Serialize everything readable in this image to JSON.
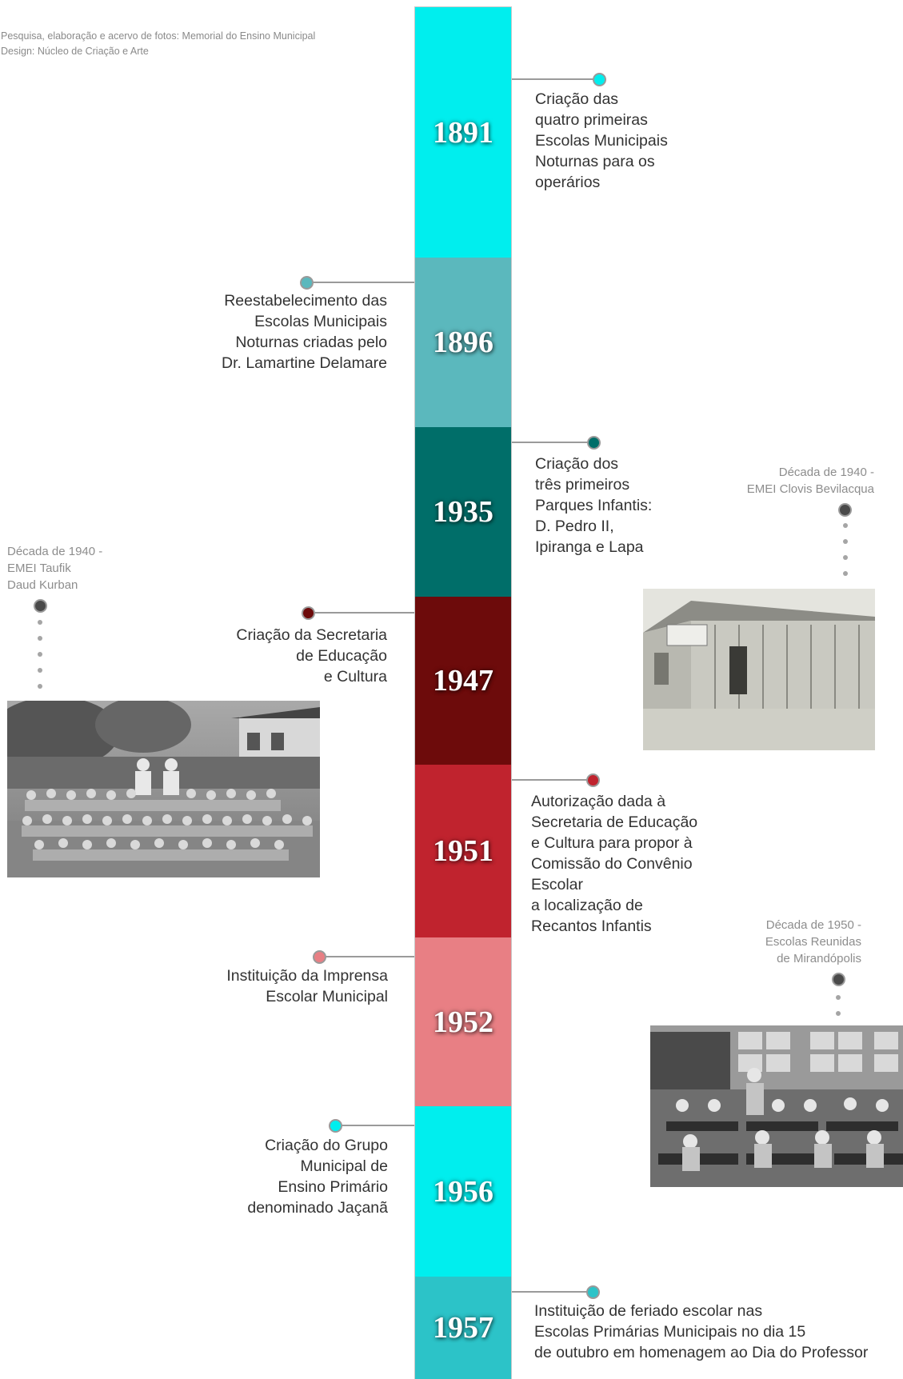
{
  "credits": {
    "line1": "Pesquisa, elaboração e acervo de fotos: Memorial do Ensino Municipal",
    "line2": "Design: Núcleo de Criação e Arte"
  },
  "colors": {
    "y1891": "#00eeee",
    "y1896": "#5bb8bd",
    "y1935": "#006e69",
    "y1947": "#6d0b0b",
    "y1951": "#c0232e",
    "y1952": "#e87f84",
    "y1956": "#00eeee",
    "y1957": "#2cc3c8"
  },
  "timeline": [
    {
      "year": "1891",
      "lines": [
        "Criação das",
        "quatro primeiras",
        "Escolas Municipais",
        "Noturnas para os",
        "operários"
      ]
    },
    {
      "year": "1896",
      "lines": [
        "Reestabelecimento das",
        "Escolas Municipais",
        "Noturnas criadas pelo",
        "Dr. Lamartine Delamare"
      ]
    },
    {
      "year": "1935",
      "lines": [
        "Criação dos",
        "três primeiros",
        "Parques Infantis:",
        "D. Pedro II,",
        "Ipiranga e Lapa"
      ]
    },
    {
      "year": "1947",
      "lines": [
        "Criação da Secretaria",
        "de Educação",
        "e Cultura"
      ]
    },
    {
      "year": "1951",
      "lines": [
        "Autorização dada à",
        "Secretaria de Educação",
        "e Cultura para propor à",
        "Comissão do Convênio",
        "Escolar",
        "a localização de",
        "Recantos Infantis"
      ]
    },
    {
      "year": "1952",
      "lines": [
        "Instituição da Imprensa",
        "Escolar Municipal"
      ]
    },
    {
      "year": "1956",
      "lines": [
        "Criação do Grupo",
        "Municipal de",
        "Ensino Primário",
        "denominado Jaçanã"
      ]
    },
    {
      "year": "1957",
      "lines": [
        "Instituição de feriado escolar nas",
        "Escolas Primárias Municipais no dia 15",
        "de outubro em homenagem ao Dia do Professor"
      ]
    }
  ],
  "photos": {
    "taufik": [
      "Década de 1940 -",
      "EMEI Taufik",
      "Daud Kurban"
    ],
    "clovis": [
      "Década de 1940 -",
      "EMEI Clovis Bevilacqua"
    ],
    "mirandopolis": [
      "Década de 1950 -",
      "Escolas Reunidas",
      "de Mirandópolis"
    ]
  }
}
